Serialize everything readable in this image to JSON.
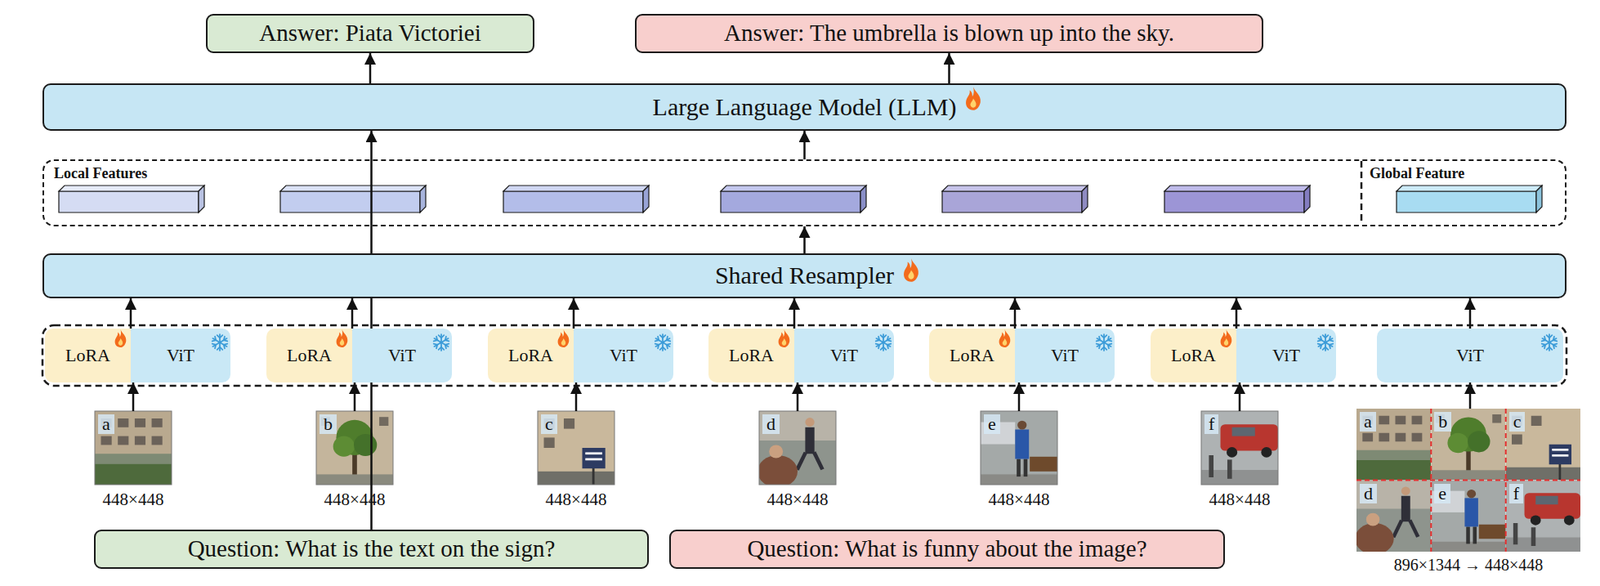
{
  "diagram": {
    "nodes": [
      {
        "text": [
          "Answer: Piata Victoriei"
        ]
      },
      {
        "text": [
          "Answer: The umbrella is blown up into the sky."
        ]
      },
      {
        "text": [
          "Large Language Model (LLM)"
        ]
      },
      {
        "text": [
          "Local Features",
          "Global Feature"
        ]
      },
      {
        "text": [
          "Shared Resampler"
        ]
      },
      {
        "text": [
          "LoRA"
        ]
      },
      {
        "text": [
          "ViT"
        ]
      },
      {
        "text": [
          "LoRA"
        ]
      },
      {
        "text": [
          "ViT"
        ]
      },
      {
        "text": [
          "LoRA"
        ]
      },
      {
        "text": [
          "ViT"
        ]
      },
      {
        "text": [
          "LoRA"
        ]
      },
      {
        "text": [
          "ViT"
        ]
      },
      {
        "text": [
          "LoRA"
        ]
      },
      {
        "text": [
          "ViT"
        ]
      },
      {
        "text": [
          "LoRA"
        ]
      },
      {
        "text": [
          "ViT"
        ]
      },
      {
        "text": [
          "ViT"
        ]
      },
      {
        "text": [
          "a",
          "448×448"
        ]
      },
      {
        "text": [
          "b",
          "448×448"
        ]
      },
      {
        "text": [
          "c",
          "448×448"
        ]
      },
      {
        "text": [
          "d",
          "448×448"
        ]
      },
      {
        "text": [
          "e",
          "448×448"
        ]
      },
      {
        "text": [
          "f",
          "448×448"
        ]
      },
      {
        "text": [
          "a",
          "b",
          "c",
          "d",
          "e",
          "f",
          "896×1344 → 448×448"
        ]
      },
      {
        "text": [
          "Question: What is the text on the sign?"
        ]
      },
      {
        "text": [
          "Question: What is funny about the image?"
        ]
      }
    ],
    "edges": [
      {
        "from": 2,
        "to": 0,
        "arrow": "to"
      },
      {
        "from": 2,
        "to": 1,
        "arrow": "to"
      },
      {
        "from": 3,
        "to": 2,
        "arrow": "to"
      },
      {
        "from": 4,
        "to": 3,
        "arrow": "to"
      },
      {
        "from": 6,
        "to": 4,
        "arrow": "to"
      },
      {
        "from": 8,
        "to": 4,
        "arrow": "to"
      },
      {
        "from": 10,
        "to": 4,
        "arrow": "to"
      },
      {
        "from": 12,
        "to": 4,
        "arrow": "to"
      },
      {
        "from": 14,
        "to": 4,
        "arrow": "to"
      },
      {
        "from": 16,
        "to": 4,
        "arrow": "to"
      },
      {
        "from": 17,
        "to": 4,
        "arrow": "to"
      },
      {
        "from": 18,
        "to": 6,
        "arrow": "to"
      },
      {
        "from": 19,
        "to": 8,
        "arrow": "to"
      },
      {
        "from": 20,
        "to": 10,
        "arrow": "to"
      },
      {
        "from": 21,
        "to": 12,
        "arrow": "to"
      },
      {
        "from": 22,
        "to": 14,
        "arrow": "to"
      },
      {
        "from": 23,
        "to": 16,
        "arrow": "to"
      },
      {
        "from": 24,
        "to": 17,
        "arrow": "to"
      },
      {
        "from": 25,
        "to": 2,
        "arrow": "to"
      }
    ]
  }
}
